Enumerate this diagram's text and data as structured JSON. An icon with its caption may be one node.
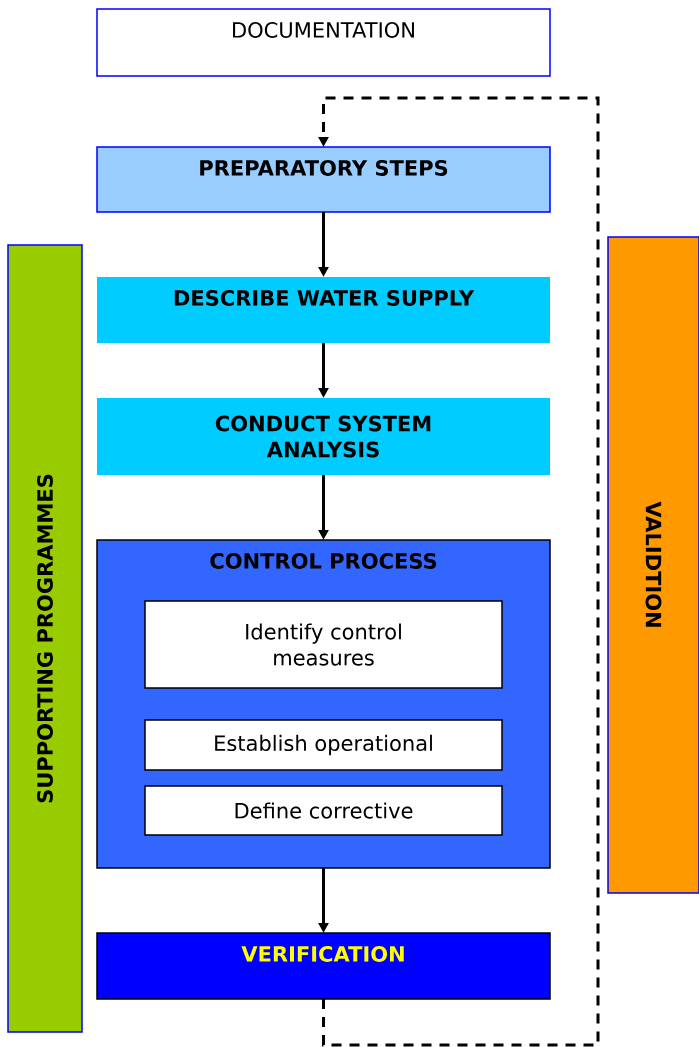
{
  "diagram": {
    "nodes": [
      {
        "text": [
          "DOCUMENTATION"
        ]
      },
      {
        "text": [
          "PREPARATORY STEPS"
        ]
      },
      {
        "text": [
          "DESCRIBE WATER SUPPLY"
        ]
      },
      {
        "text": [
          "CONDUCT SYSTEM ANALYSIS"
        ]
      },
      {
        "text": [
          "CONTROL PROCESS"
        ]
      },
      {
        "text": [
          "Identify control measures"
        ],
        "in": 4
      },
      {
        "text": [
          "Establish operational"
        ],
        "in": 4
      },
      {
        "text": [
          "Define corrective"
        ],
        "in": 4
      },
      {
        "text": [
          "VERIFICATION"
        ]
      },
      {
        "text": [
          "SUPPORTING PROGRAMMES"
        ]
      },
      {
        "text": [
          "VALIDTION"
        ]
      }
    ],
    "edges": [
      {
        "from": 1,
        "to": 2,
        "arrow": "to"
      },
      {
        "from": 2,
        "to": 3,
        "arrow": "to"
      },
      {
        "from": 3,
        "to": 4,
        "arrow": "to"
      },
      {
        "from": 4,
        "to": 8,
        "arrow": "to"
      },
      {
        "from": 8,
        "to": 1,
        "arrow": "to",
        "style": "dashed"
      }
    ]
  }
}
